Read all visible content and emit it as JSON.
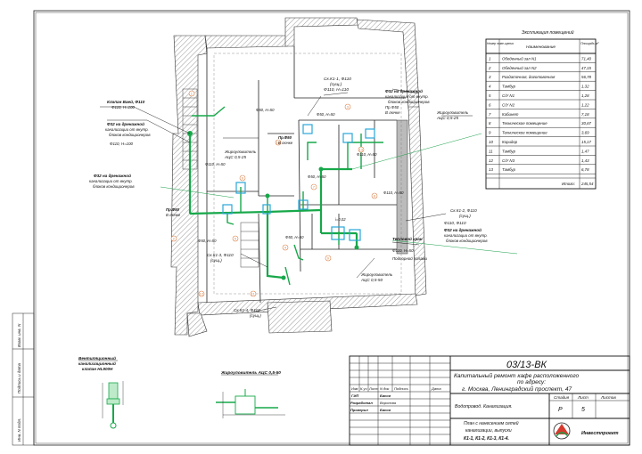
{
  "stamp": {
    "code": "03/13-ВК",
    "title_lines": [
      "Капитальный ремонт кафе расположенного",
      "по адресу:",
      "г. Москва, Ленинградский проспект, 47"
    ],
    "section": "Водопровод. Канализация.",
    "sheet_desc": [
      "План с нанесением сетей",
      "канализации, выпуски",
      "К1-1, К1-2, К1-3, К1-4."
    ],
    "col_headers": [
      "Изм",
      "К.уч",
      "Лист",
      "N док",
      "Подпись",
      "Дата"
    ],
    "roles": [
      {
        "role": "ГИП",
        "name": "Басов"
      },
      {
        "role": "Разработал",
        "name": "Воронова"
      },
      {
        "role": "Проверил",
        "name": "Басов"
      }
    ],
    "stage_labels": [
      "Стадия",
      "Лист",
      "Листов"
    ],
    "stage_values": [
      "Р",
      "5",
      ""
    ],
    "org": "Инвестпроект"
  },
  "left_margin": [
    "Взам. инв. N",
    "Подпись и дата",
    "Инв. N подл."
  ],
  "explication": {
    "title": "Экспликация помещений",
    "headers": [
      "Номер поме-щения",
      "Наименование",
      "Площадь м²"
    ],
    "rows": [
      [
        "1",
        "Обеденный зал N1",
        "71,40"
      ],
      [
        "2",
        "Обеденный зал N2",
        "47,15"
      ],
      [
        "3",
        "Раздаточная, доготовочная",
        "56,78"
      ],
      [
        "4",
        "Тамбур",
        "1,32"
      ],
      [
        "5",
        "С/У N1",
        "1,28"
      ],
      [
        "6",
        "С/У N2",
        "1,22"
      ],
      [
        "7",
        "Кабинет",
        "7,18"
      ],
      [
        "8",
        "Техническое помещение",
        "30,67"
      ],
      [
        "9",
        "Техническое помещение",
        "3,69"
      ],
      [
        "10",
        "Коридор",
        "15,17"
      ],
      [
        "11",
        "Тамбур",
        "1,47"
      ],
      [
        "12",
        "С/У N3",
        "1,43"
      ],
      [
        "13",
        "Тамбур",
        "6,78"
      ]
    ],
    "total_label": "Итого:",
    "total_value": "245,54"
  },
  "plan_labels": {
    "k1_1": [
      "Ск.К1-1, Ф110",
      "(сущ.)",
      "Ф110, Н=110"
    ],
    "k1_2": [
      "Ск.К1-2, Ф110",
      "(сущ.)",
      "Ф110, Ф110"
    ],
    "k1_3": [
      "Ск.К1-3, Ф110",
      "(сущ.)"
    ],
    "k1_4": [
      "Ск.К1-4, Ф110",
      "(сущ.)"
    ],
    "drain_a": [
      "Клапан Ваей, Ф110",
      "Ф110, Н=100"
    ],
    "drain_b": [
      "Ф32 на дренажной",
      "канализации от внутр.",
      "блоков кондиционеров"
    ],
    "grease_1": [
      "Жироуловитель",
      "АЦС 0,5-25"
    ],
    "grease_2": [
      "Жироуловитель",
      "АЦС 0,5-25"
    ],
    "grease_3": [
      "Жироуловитель",
      "АЦС 0,5-50"
    ],
    "stub_1": [
      "Пр.Ф50",
      "В лючке"
    ],
    "stub_2": [
      "Пр.Ф50",
      "В лючке"
    ],
    "stub_3": [
      "Пр.Ф50",
      "В лючке"
    ],
    "tap": [
      "Тепловой кран",
      "Ф110, Н=50"
    ],
    "floor": "Подпорной полами",
    "vent_unit": [
      "Вентиляционный",
      "канализационный",
      "клапан НL900Н"
    ],
    "grease_detail": "Жироуловитель АЦС 0,5-50",
    "dims": [
      "Ф110, Н=100",
      "Ф110, Н=50",
      "Ф50, Н=50",
      "Ф50, Н=50",
      "Ф110, Н=50",
      "Ф50, Н=50",
      "Ф110, Н=50",
      "Ф50, Н=50",
      "i=0,02",
      "Ф50, Н=50"
    ]
  },
  "room_numbers": [
    "1",
    "2",
    "3",
    "4",
    "5",
    "6",
    "7",
    "8",
    "9",
    "10",
    "11",
    "12",
    "13"
  ]
}
